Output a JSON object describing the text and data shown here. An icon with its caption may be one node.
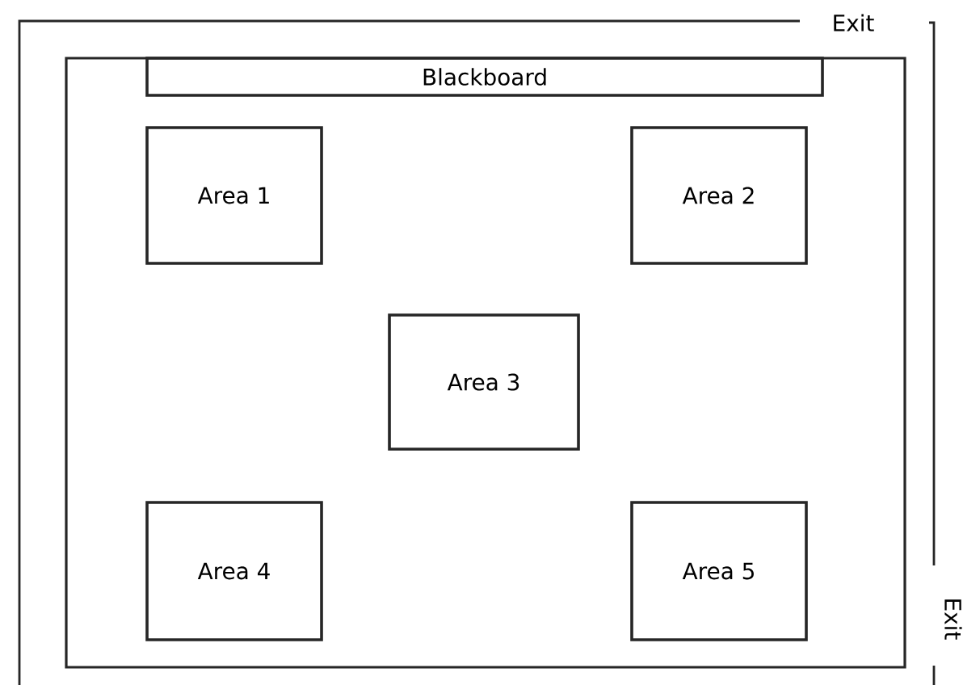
{
  "diagram": {
    "nodes": [
      {
        "text": [],
        "shape": "box"
      },
      {
        "text": [
          "Blackboard"
        ],
        "in": 0
      },
      {
        "text": [
          "Area 1"
        ],
        "in": 0
      },
      {
        "text": [
          "Area 2"
        ],
        "in": 0
      },
      {
        "text": [
          "Area 3"
        ],
        "in": 0
      },
      {
        "text": [
          "Area 4"
        ],
        "in": 0
      },
      {
        "text": [
          "Area 5"
        ],
        "in": 0
      }
    ],
    "labels": [
      "Exit",
      "Exit"
    ]
  }
}
